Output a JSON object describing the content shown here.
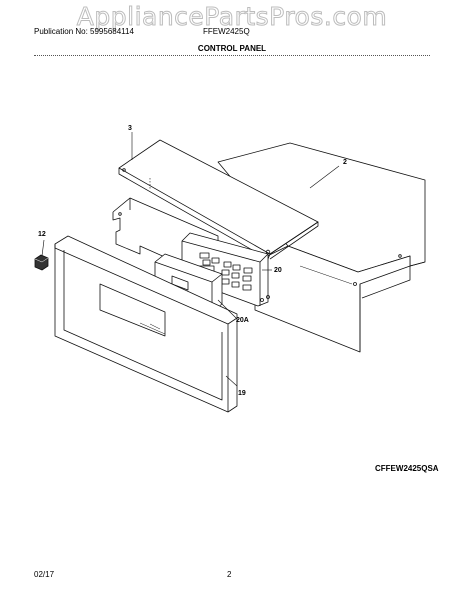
{
  "header": {
    "watermark": "AppliancePartsPros.com",
    "publication": "Publication No: 5995684114",
    "model": "FFEW2425Q",
    "section_title": "CONTROL PANEL"
  },
  "diagram": {
    "callouts": [
      "3",
      "2",
      "12",
      "20",
      "20A",
      "19"
    ],
    "code": "CFFEW2425QSA"
  },
  "footer": {
    "date": "02/17",
    "page": "2"
  }
}
